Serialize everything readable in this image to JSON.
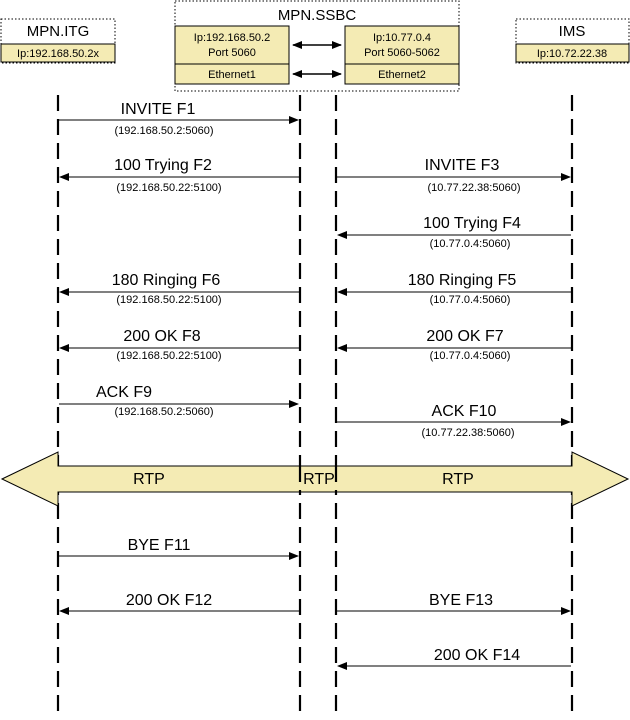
{
  "colors": {
    "box_fill": "#f4ebb4",
    "rtp_fill": "#f4ebb4",
    "line": "#000000",
    "background": "#ffffff"
  },
  "entities": {
    "left": {
      "title": "MPN.ITG",
      "ip": "Ip:192.168.50.2x"
    },
    "center": {
      "title": "MPN.SSBC",
      "left_ip": "Ip:192.168.50.2",
      "left_port": "Port 5060",
      "left_iface": "Ethernet1",
      "right_ip": "Ip:10.77.0.4",
      "right_port": "Port 5060-5062",
      "right_iface": "Ethernet2"
    },
    "right": {
      "title": "IMS",
      "ip": "Ip:10.72.22.38"
    }
  },
  "messages": [
    {
      "id": "f1",
      "label": "INVITE F1",
      "addr": "(192.168.50.2:5060)"
    },
    {
      "id": "f2",
      "label": "100 Trying F2",
      "addr": "(192.168.50.22:5100)"
    },
    {
      "id": "f3",
      "label": "INVITE F3",
      "addr": "(10.77.22.38:5060)"
    },
    {
      "id": "f4",
      "label": "100 Trying F4",
      "addr": "(10.77.0.4:5060)"
    },
    {
      "id": "f5",
      "label": "180 Ringing F5",
      "addr": "(10.77.0.4:5060)"
    },
    {
      "id": "f6",
      "label": "180 Ringing F6",
      "addr": "(192.168.50.22:5100)"
    },
    {
      "id": "f7",
      "label": "200 OK F7",
      "addr": "(10.77.0.4:5060)"
    },
    {
      "id": "f8",
      "label": "200 OK F8",
      "addr": "(192.168.50.22:5100)"
    },
    {
      "id": "f9",
      "label": "ACK F9",
      "addr": "(192.168.50.2:5060)"
    },
    {
      "id": "f10",
      "label": "ACK F10",
      "addr": "(10.77.22.38:5060)"
    },
    {
      "id": "f11",
      "label": "BYE F11"
    },
    {
      "id": "f12",
      "label": "200 OK F12"
    },
    {
      "id": "f13",
      "label": "BYE F13"
    },
    {
      "id": "f14",
      "label": "200 OK F14"
    }
  ],
  "rtp": {
    "left": "RTP",
    "center": "RTP",
    "right": "RTP"
  }
}
